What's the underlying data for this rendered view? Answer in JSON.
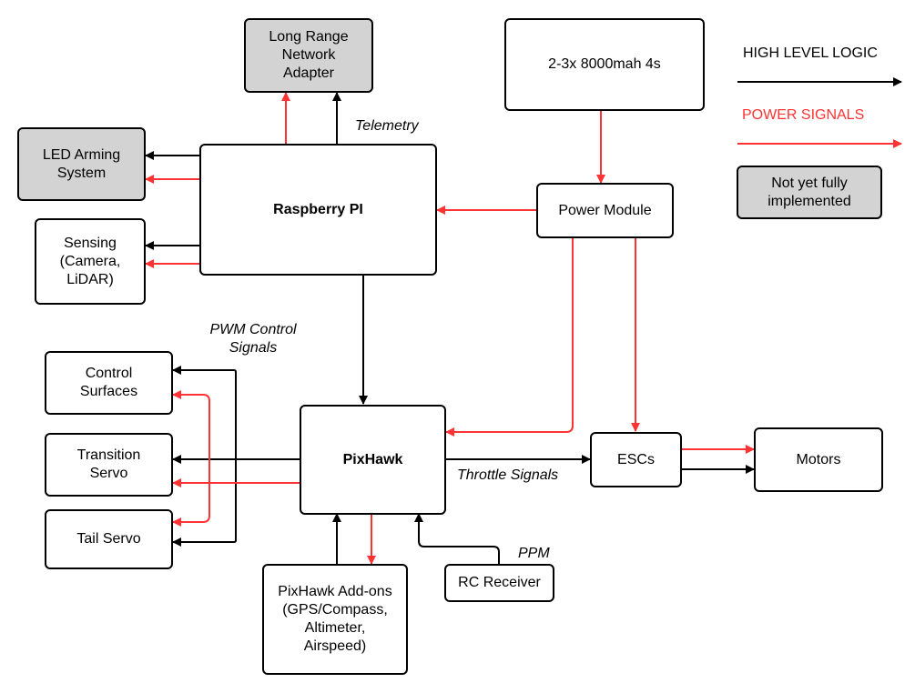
{
  "colors": {
    "logic": "#000000",
    "power": "#ff3333",
    "not_implemented_fill": "#d3d3d3"
  },
  "nodes": {
    "long_range_network_adapter": "Long Range\nNetwork\nAdapter",
    "led_arming_system": "LED Arming\nSystem",
    "sensing": "Sensing\n(Camera,\nLiDAR)",
    "raspberry_pi": "Raspberry PI",
    "battery": "2-3x 8000mah 4s",
    "power_module": "Power Module",
    "control_surfaces": "Control\nSurfaces",
    "transition_servo": "Transition\nServo",
    "tail_servo": "Tail Servo",
    "pixhawk": "PixHawk",
    "escs": "ESCs",
    "motors": "Motors",
    "pixhawk_addons": "PixHawk Add-ons\n(GPS/Compass,\nAltimeter,\nAirspeed)",
    "rc_receiver": "RC Receiver"
  },
  "edge_labels": {
    "telemetry": "Telemetry",
    "pwm_control_signals": "PWM Control\nSignals",
    "throttle_signals": "Throttle Signals",
    "ppm": "PPM"
  },
  "legend": {
    "high_level_logic": "HIGH LEVEL LOGIC",
    "power_signals": "POWER SIGNALS",
    "not_yet_implemented": "Not yet fully\nimplemented"
  }
}
